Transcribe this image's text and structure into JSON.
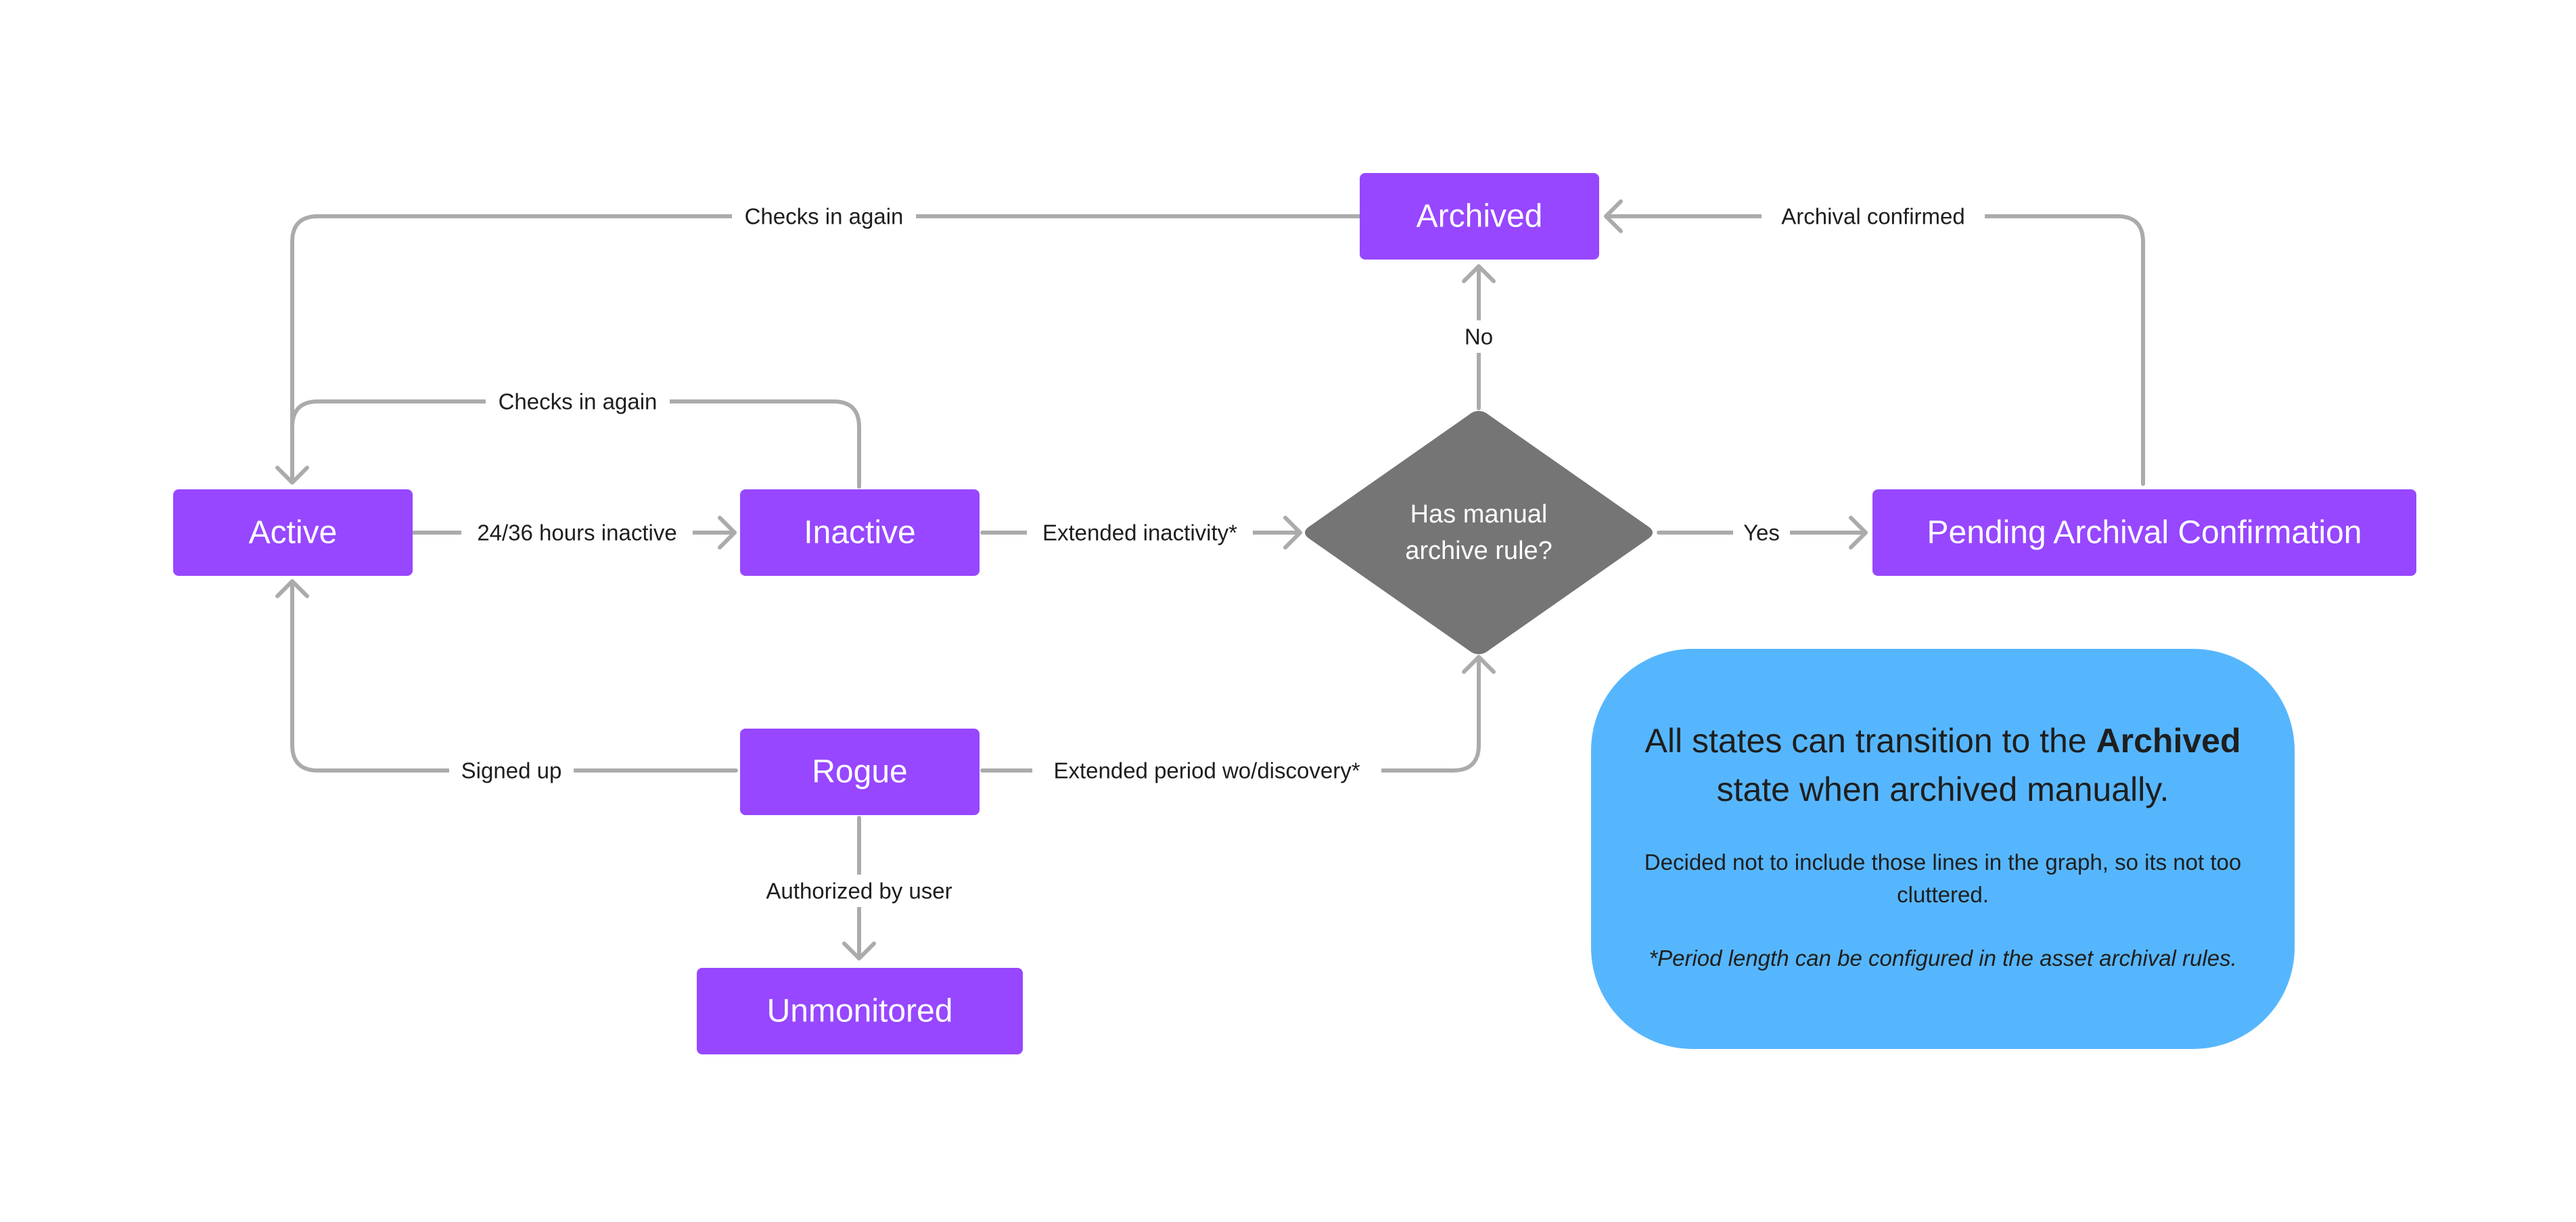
{
  "colors": {
    "state_box": "#9747ff",
    "decision": "#757575",
    "connector": "#ababab",
    "note_background": "#56b6fd",
    "text_dark": "#1e1e1e",
    "text_light": "#ffffff"
  },
  "states": {
    "archived": "Archived",
    "active": "Active",
    "inactive": "Inactive",
    "pending": "Pending Archival Confirmation",
    "rogue": "Rogue",
    "unmonitored": "Unmonitored"
  },
  "decision": {
    "line1": "Has manual",
    "line2": "archive rule?"
  },
  "edges": {
    "archived_to_active": "Checks in again",
    "inactive_to_active": "Checks in again",
    "active_to_inactive": "24/36 hours inactive",
    "inactive_to_decision": "Extended inactivity*",
    "decision_no": "No",
    "decision_yes": "Yes",
    "pending_to_archived": "Archival confirmed",
    "rogue_to_active": "Signed up",
    "rogue_to_decision": "Extended period wo/discovery*",
    "rogue_to_unmonitored": "Authorized by user"
  },
  "note": {
    "heading_pre": "All states can transition to the",
    "heading_bold": "Archived",
    "heading_post": "state when archived manually.",
    "body": "Decided not to include those lines in the graph, so its not too cluttered.",
    "footnote": "*Period length can be configured in the asset archival rules."
  }
}
